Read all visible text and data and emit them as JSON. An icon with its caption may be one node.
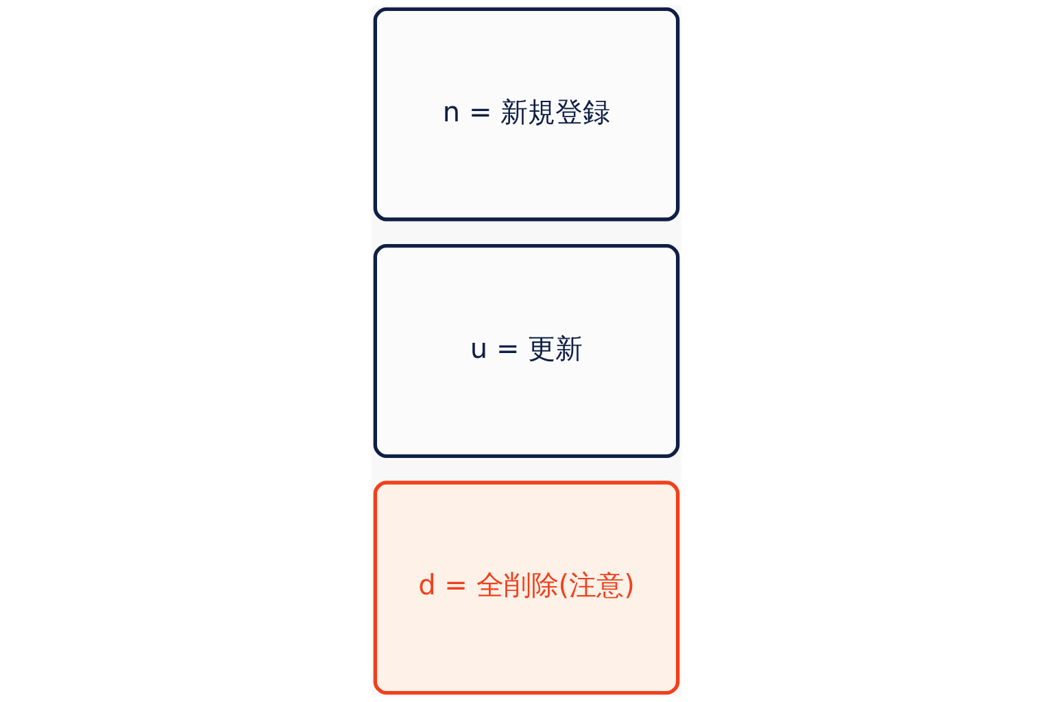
{
  "diagram": {
    "nodes": [
      {
        "text": [
          "n = 新規登録"
        ]
      },
      {
        "text": [
          "u = 更新"
        ]
      },
      {
        "text": [
          "d = 全削除(注意)"
        ]
      }
    ]
  }
}
